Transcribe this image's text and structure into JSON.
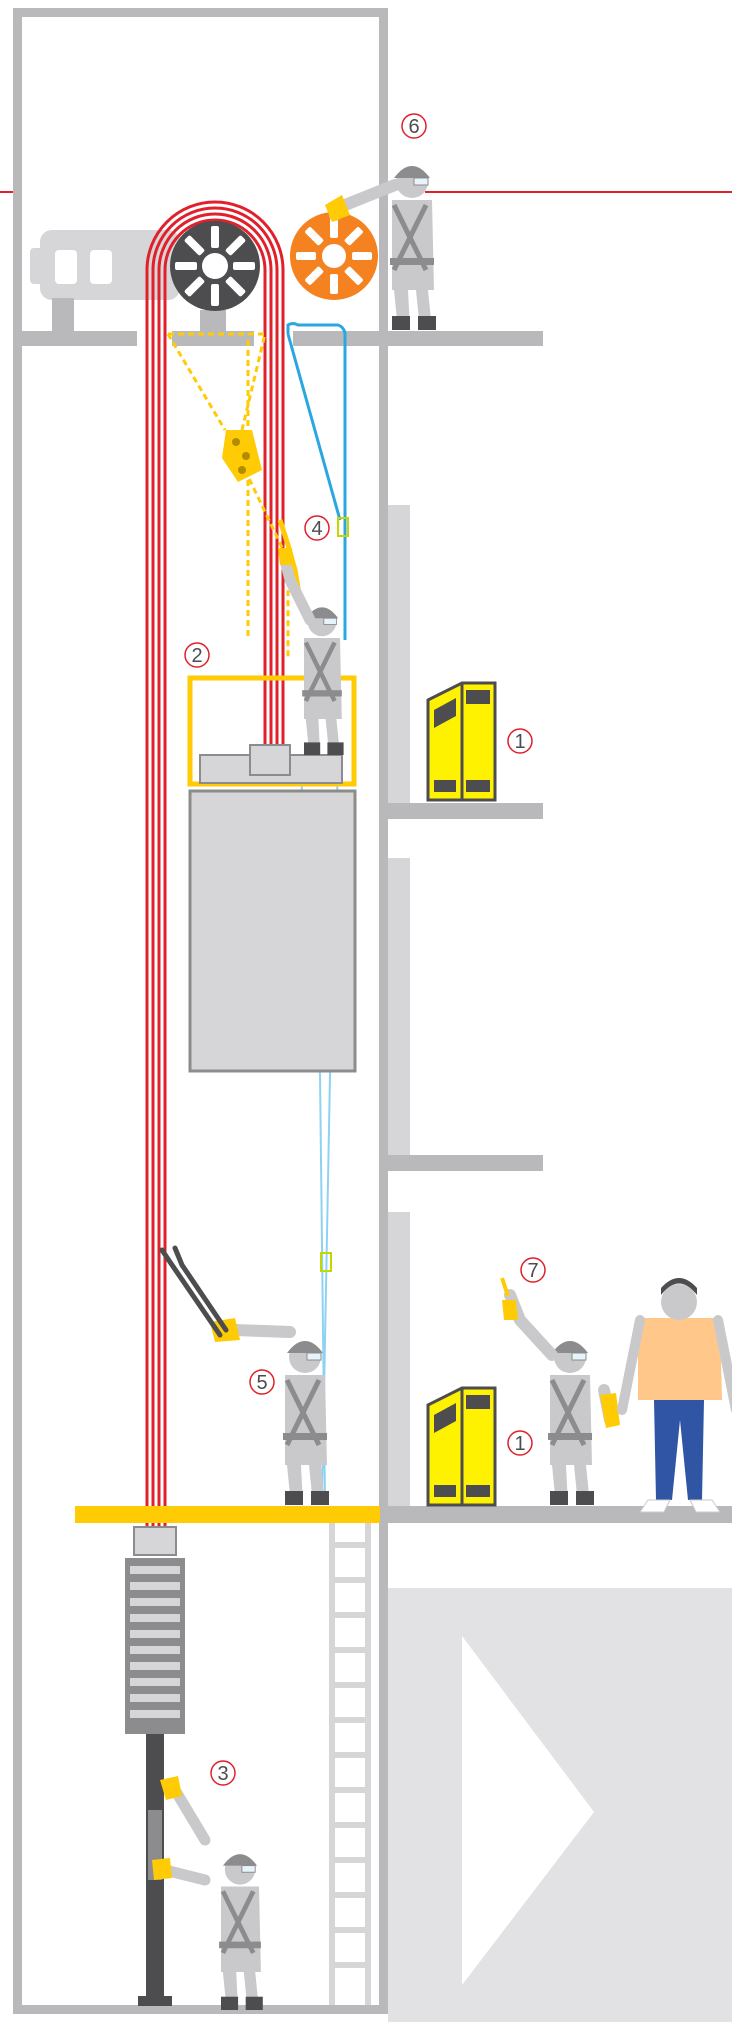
{
  "steps": [
    {
      "id": "1a",
      "label": "1"
    },
    {
      "id": "1b",
      "label": "1"
    },
    {
      "id": "2",
      "label": "2"
    },
    {
      "id": "3",
      "label": "3"
    },
    {
      "id": "4",
      "label": "4"
    },
    {
      "id": "5",
      "label": "5"
    },
    {
      "id": "6",
      "label": "6"
    },
    {
      "id": "7",
      "label": "7"
    }
  ],
  "colors": {
    "shaft_gray": "#b9b9bb",
    "worker_gray": "#c9c9cb",
    "worker_dark": "#4d4d4f",
    "rope_red": "#e0202b",
    "safety_yellow": "#ffcb05",
    "barrier_yellow": "#fff200",
    "wheel_orange": "#f58220",
    "guide_blue": "#2aa7e0",
    "shirt_orange": "#ffc88a",
    "jeans_blue": "#2f55a4"
  },
  "icons": [
    "drive-sheave-icon",
    "orange-sheave-icon",
    "machine-motor-icon",
    "pliers-icon",
    "ladder-icon",
    "arrow-icon"
  ]
}
